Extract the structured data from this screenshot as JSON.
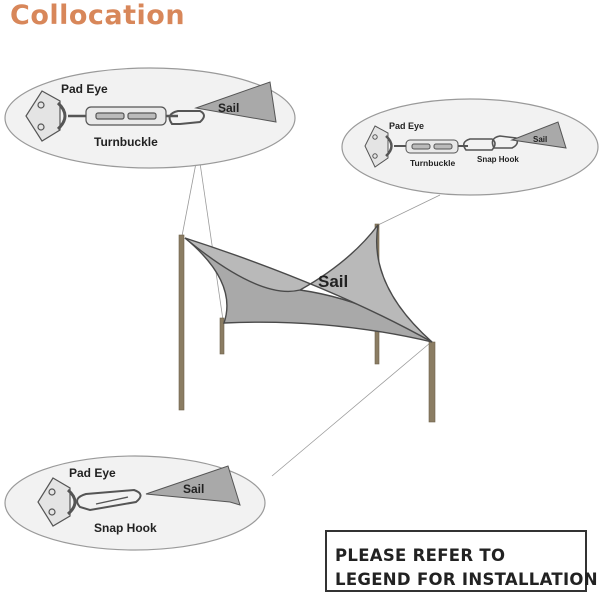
{
  "title": "Collocation",
  "callouts": {
    "top_left": {
      "pad_eye": "Pad Eye",
      "turnbuckle": "Turnbuckle",
      "sail": "Sail"
    },
    "top_right": {
      "pad_eye": "Pad Eye",
      "turnbuckle": "Turnbuckle",
      "snap_hook": "Snap Hook",
      "sail": "Sail"
    },
    "bottom_left": {
      "pad_eye": "Pad Eye",
      "snap_hook": "Snap Hook",
      "sail": "Sail"
    }
  },
  "main": {
    "sail": "Sail"
  },
  "legend": {
    "line1": "PLEASE REFER TO",
    "line2": "LEGEND FOR INSTALLATION"
  },
  "colors": {
    "title": "#d8875a",
    "sail": "#a9a9a9",
    "pole": "#8b7d63",
    "ellipse": "#f2f2f2"
  }
}
